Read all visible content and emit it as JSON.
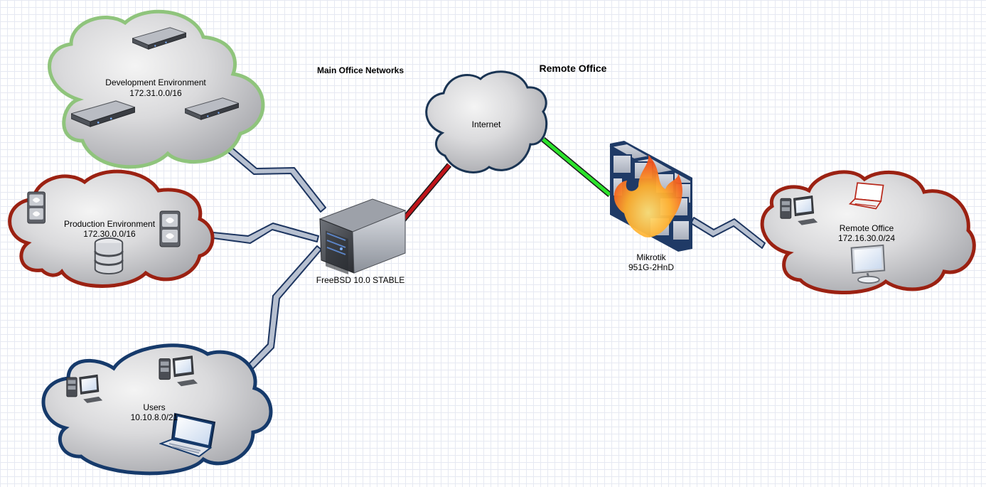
{
  "titles": {
    "main_office": "Main Office Networks",
    "remote_office": "Remote Office"
  },
  "nodes": {
    "dev_env": {
      "name": "Development Environment",
      "subnet": "172.31.0.0/16"
    },
    "prod_env": {
      "name": "Production Environment",
      "subnet": "172.30.0.0/16"
    },
    "users": {
      "name": "Users",
      "subnet": "10.10.8.0/21"
    },
    "internet": {
      "name": "Internet"
    },
    "router": {
      "name": "FreeBSD 10.0 STABLE"
    },
    "firewall": {
      "name": "Mikrotik",
      "model": "951G-2HnD"
    },
    "remote_office": {
      "name": "Remote Office",
      "subnet": "172.16.30.0/24"
    }
  },
  "colors": {
    "cloud_fill_light": "#f2f2f2",
    "cloud_fill_dark": "#a9aaaf",
    "dev_border": "#8fc47c",
    "prod_border": "#9b2112",
    "users_border": "#163a6b",
    "internet_border": "#1a3453",
    "remote_border": "#9b2112",
    "link_red": "#c0141a",
    "link_green": "#2be32b",
    "bolt_fill": "#b7c0d0",
    "bolt_stroke": "#1d3560"
  },
  "icons": {
    "dev_env": [
      "rack-server-icon",
      "rack-server-icon",
      "rack-server-icon"
    ],
    "prod_env": [
      "tower-server-icon",
      "tower-server-icon",
      "database-icon"
    ],
    "users": [
      "workstation-icon",
      "workstation-icon",
      "laptop-icon"
    ],
    "router": "rack-chassis-icon",
    "firewall": "firewall-icon",
    "remote_office": [
      "workstation-icon",
      "laptop-icon",
      "monitor-icon"
    ]
  }
}
